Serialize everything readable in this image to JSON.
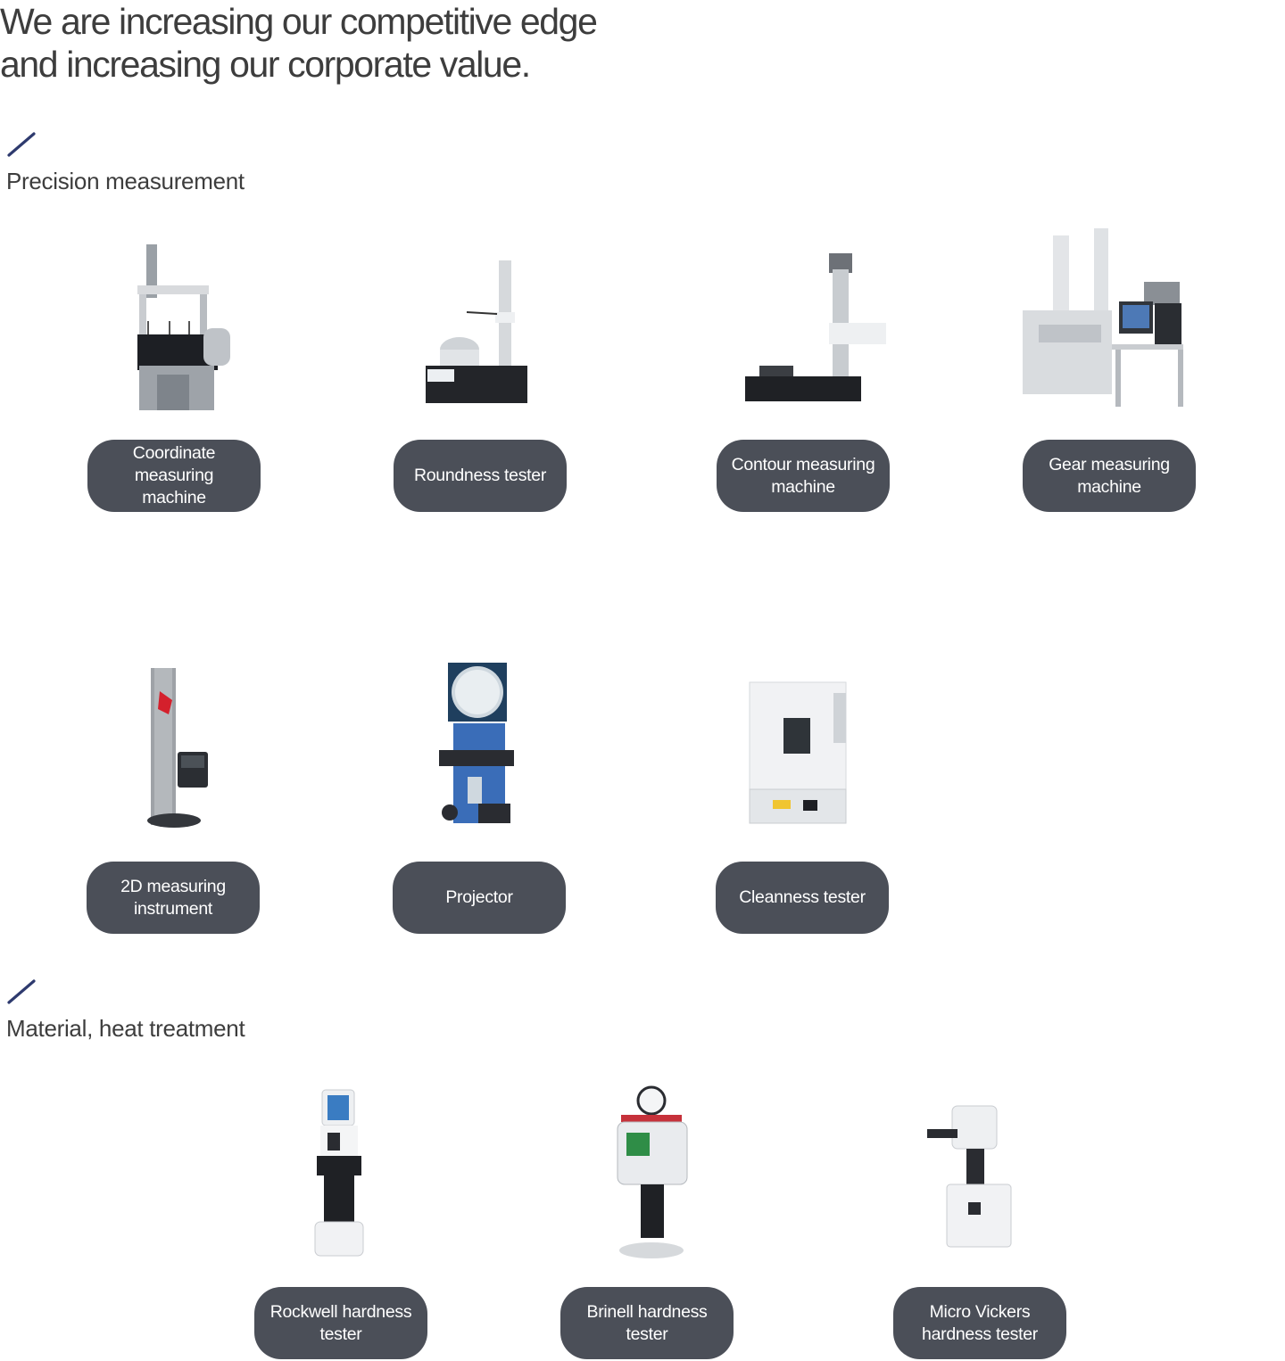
{
  "headline": {
    "line1": "We are increasing our competitive edge",
    "line2": "and increasing our corporate value."
  },
  "sections": [
    {
      "title": "Precision measurement",
      "products": [
        {
          "label_line1": "Coordinate measuring",
          "label_line2": "machine"
        },
        {
          "label_line1": "Roundness tester",
          "label_line2": ""
        },
        {
          "label_line1": "Contour measuring",
          "label_line2": "machine"
        },
        {
          "label_line1": "Gear measuring",
          "label_line2": "machine"
        },
        {
          "label_line1": "2D measuring",
          "label_line2": "instrument"
        },
        {
          "label_line1": "Projector",
          "label_line2": ""
        },
        {
          "label_line1": "Cleanness tester",
          "label_line2": ""
        }
      ]
    },
    {
      "title": "Material, heat treatment",
      "products": [
        {
          "label_line1": "Rockwell hardness",
          "label_line2": "tester"
        },
        {
          "label_line1": "Brinell hardness",
          "label_line2": "tester"
        },
        {
          "label_line1": "Micro Vickers",
          "label_line2": "hardness tester"
        }
      ]
    }
  ],
  "colors": {
    "pill_bg": "#4b4f58",
    "accent_slash": "#2e3a6e"
  }
}
